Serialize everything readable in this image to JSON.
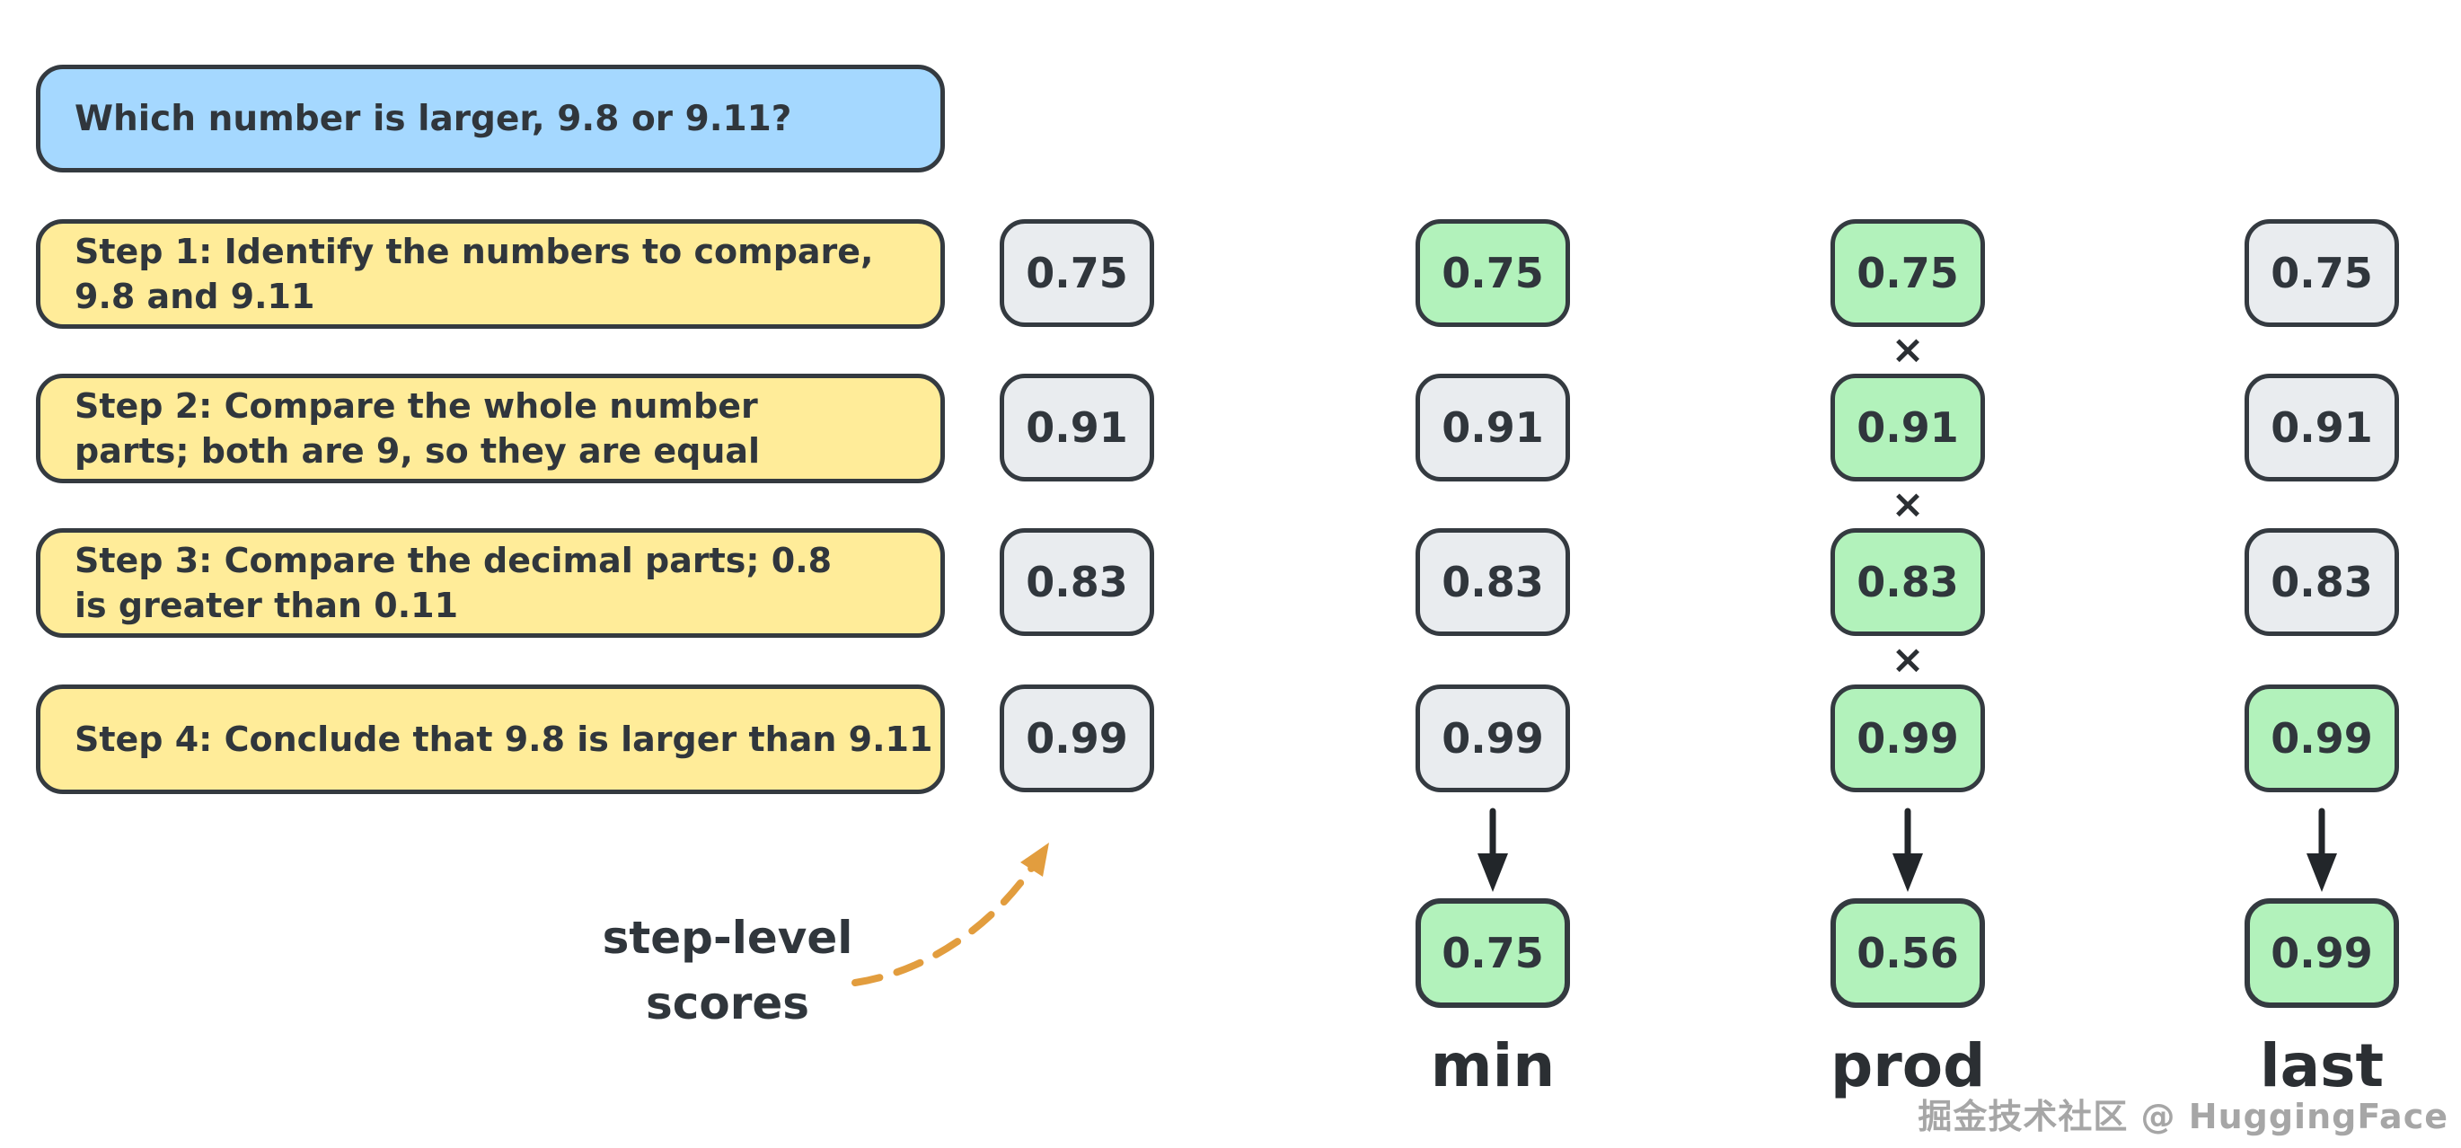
{
  "palette": {
    "question_fill": "#a5d8ff",
    "step_fill": "#ffec99",
    "score_fill": "#e9ecef",
    "highlight_fill": "#b2f2bb",
    "stroke": "#343a40",
    "annotation_arrow": "#e29d3e",
    "text": "#30363c",
    "watermark_color": "#a6a6a6"
  },
  "question": {
    "text": "Which number is larger, 9.8 or 9.11?"
  },
  "steps": [
    {
      "line1": "Step 1: Identify the numbers to compare,",
      "line2": "9.8 and 9.11"
    },
    {
      "line1": "Step 2: Compare the whole number",
      "line2": "parts; both are 9, so they are equal"
    },
    {
      "line1": "Step 3: Compare the decimal parts; 0.8",
      "line2": "is greater than 0.11"
    },
    {
      "line1": "Step 4: Conclude that 9.8 is larger than 9.11",
      "line2": ""
    }
  ],
  "step_scores": [
    "0.75",
    "0.91",
    "0.83",
    "0.99"
  ],
  "annotation": {
    "line1": "step-level",
    "line2": "scores"
  },
  "aggregations": {
    "min": {
      "label": "min",
      "result": "0.75",
      "highlighted_steps": [
        1
      ]
    },
    "prod": {
      "label": "prod",
      "result": "0.56",
      "operator": "×",
      "highlighted_steps": [
        1,
        2,
        3,
        4
      ]
    },
    "last": {
      "label": "last",
      "result": "0.99",
      "highlighted_steps": [
        4
      ]
    }
  },
  "watermark": {
    "text": "掘金技术社区 @ HuggingFace"
  }
}
